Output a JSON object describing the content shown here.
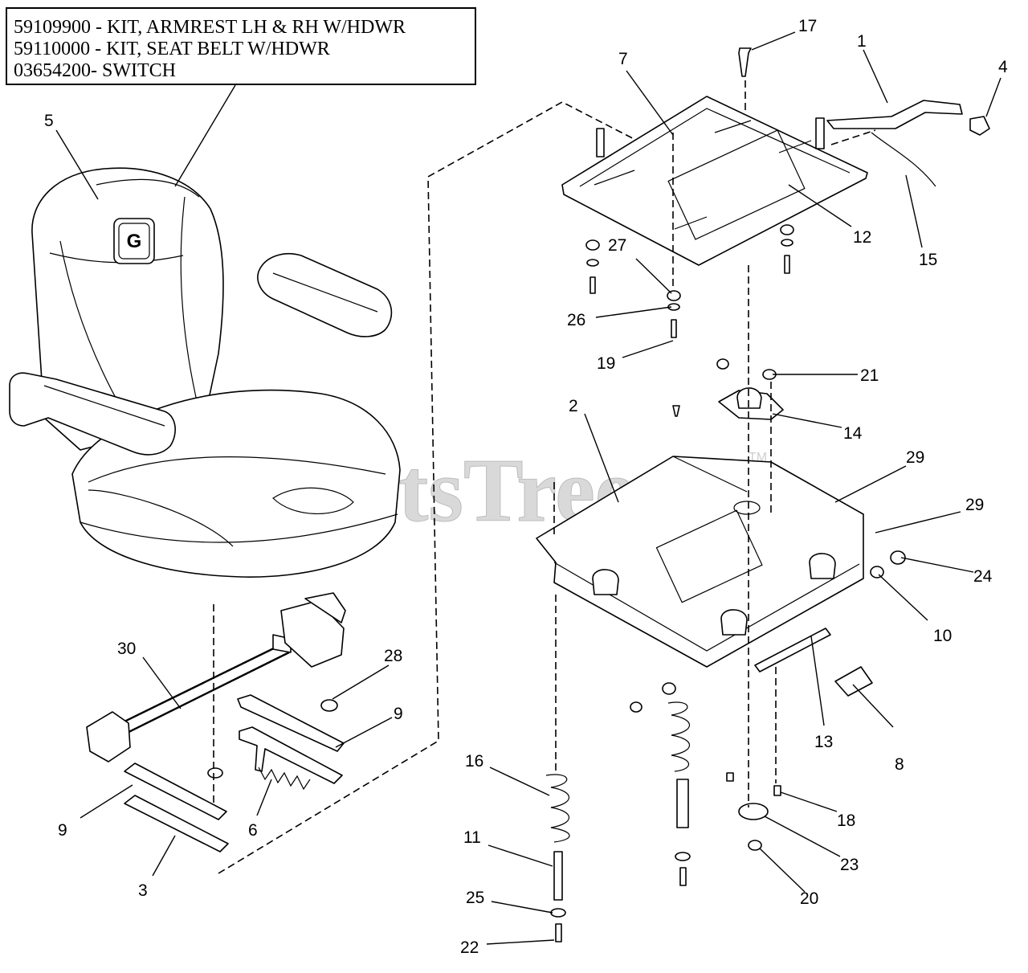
{
  "kit_box": {
    "lines": [
      "59109900 - KIT, ARMREST LH & RH W/HDWR",
      "59110000 - KIT, SEAT BELT W/HDWR",
      "03654200- SWITCH"
    ]
  },
  "watermark": {
    "text": "PartsTree",
    "tm": "TM"
  },
  "seat_logo": "G",
  "callouts": [
    "1",
    "2",
    "3",
    "4",
    "5",
    "6",
    "7",
    "8",
    "9",
    "9",
    "10",
    "11",
    "12",
    "13",
    "14",
    "15",
    "16",
    "17",
    "18",
    "19",
    "20",
    "21",
    "22",
    "23",
    "24",
    "25",
    "26",
    "27",
    "28",
    "29",
    "29",
    "30"
  ]
}
